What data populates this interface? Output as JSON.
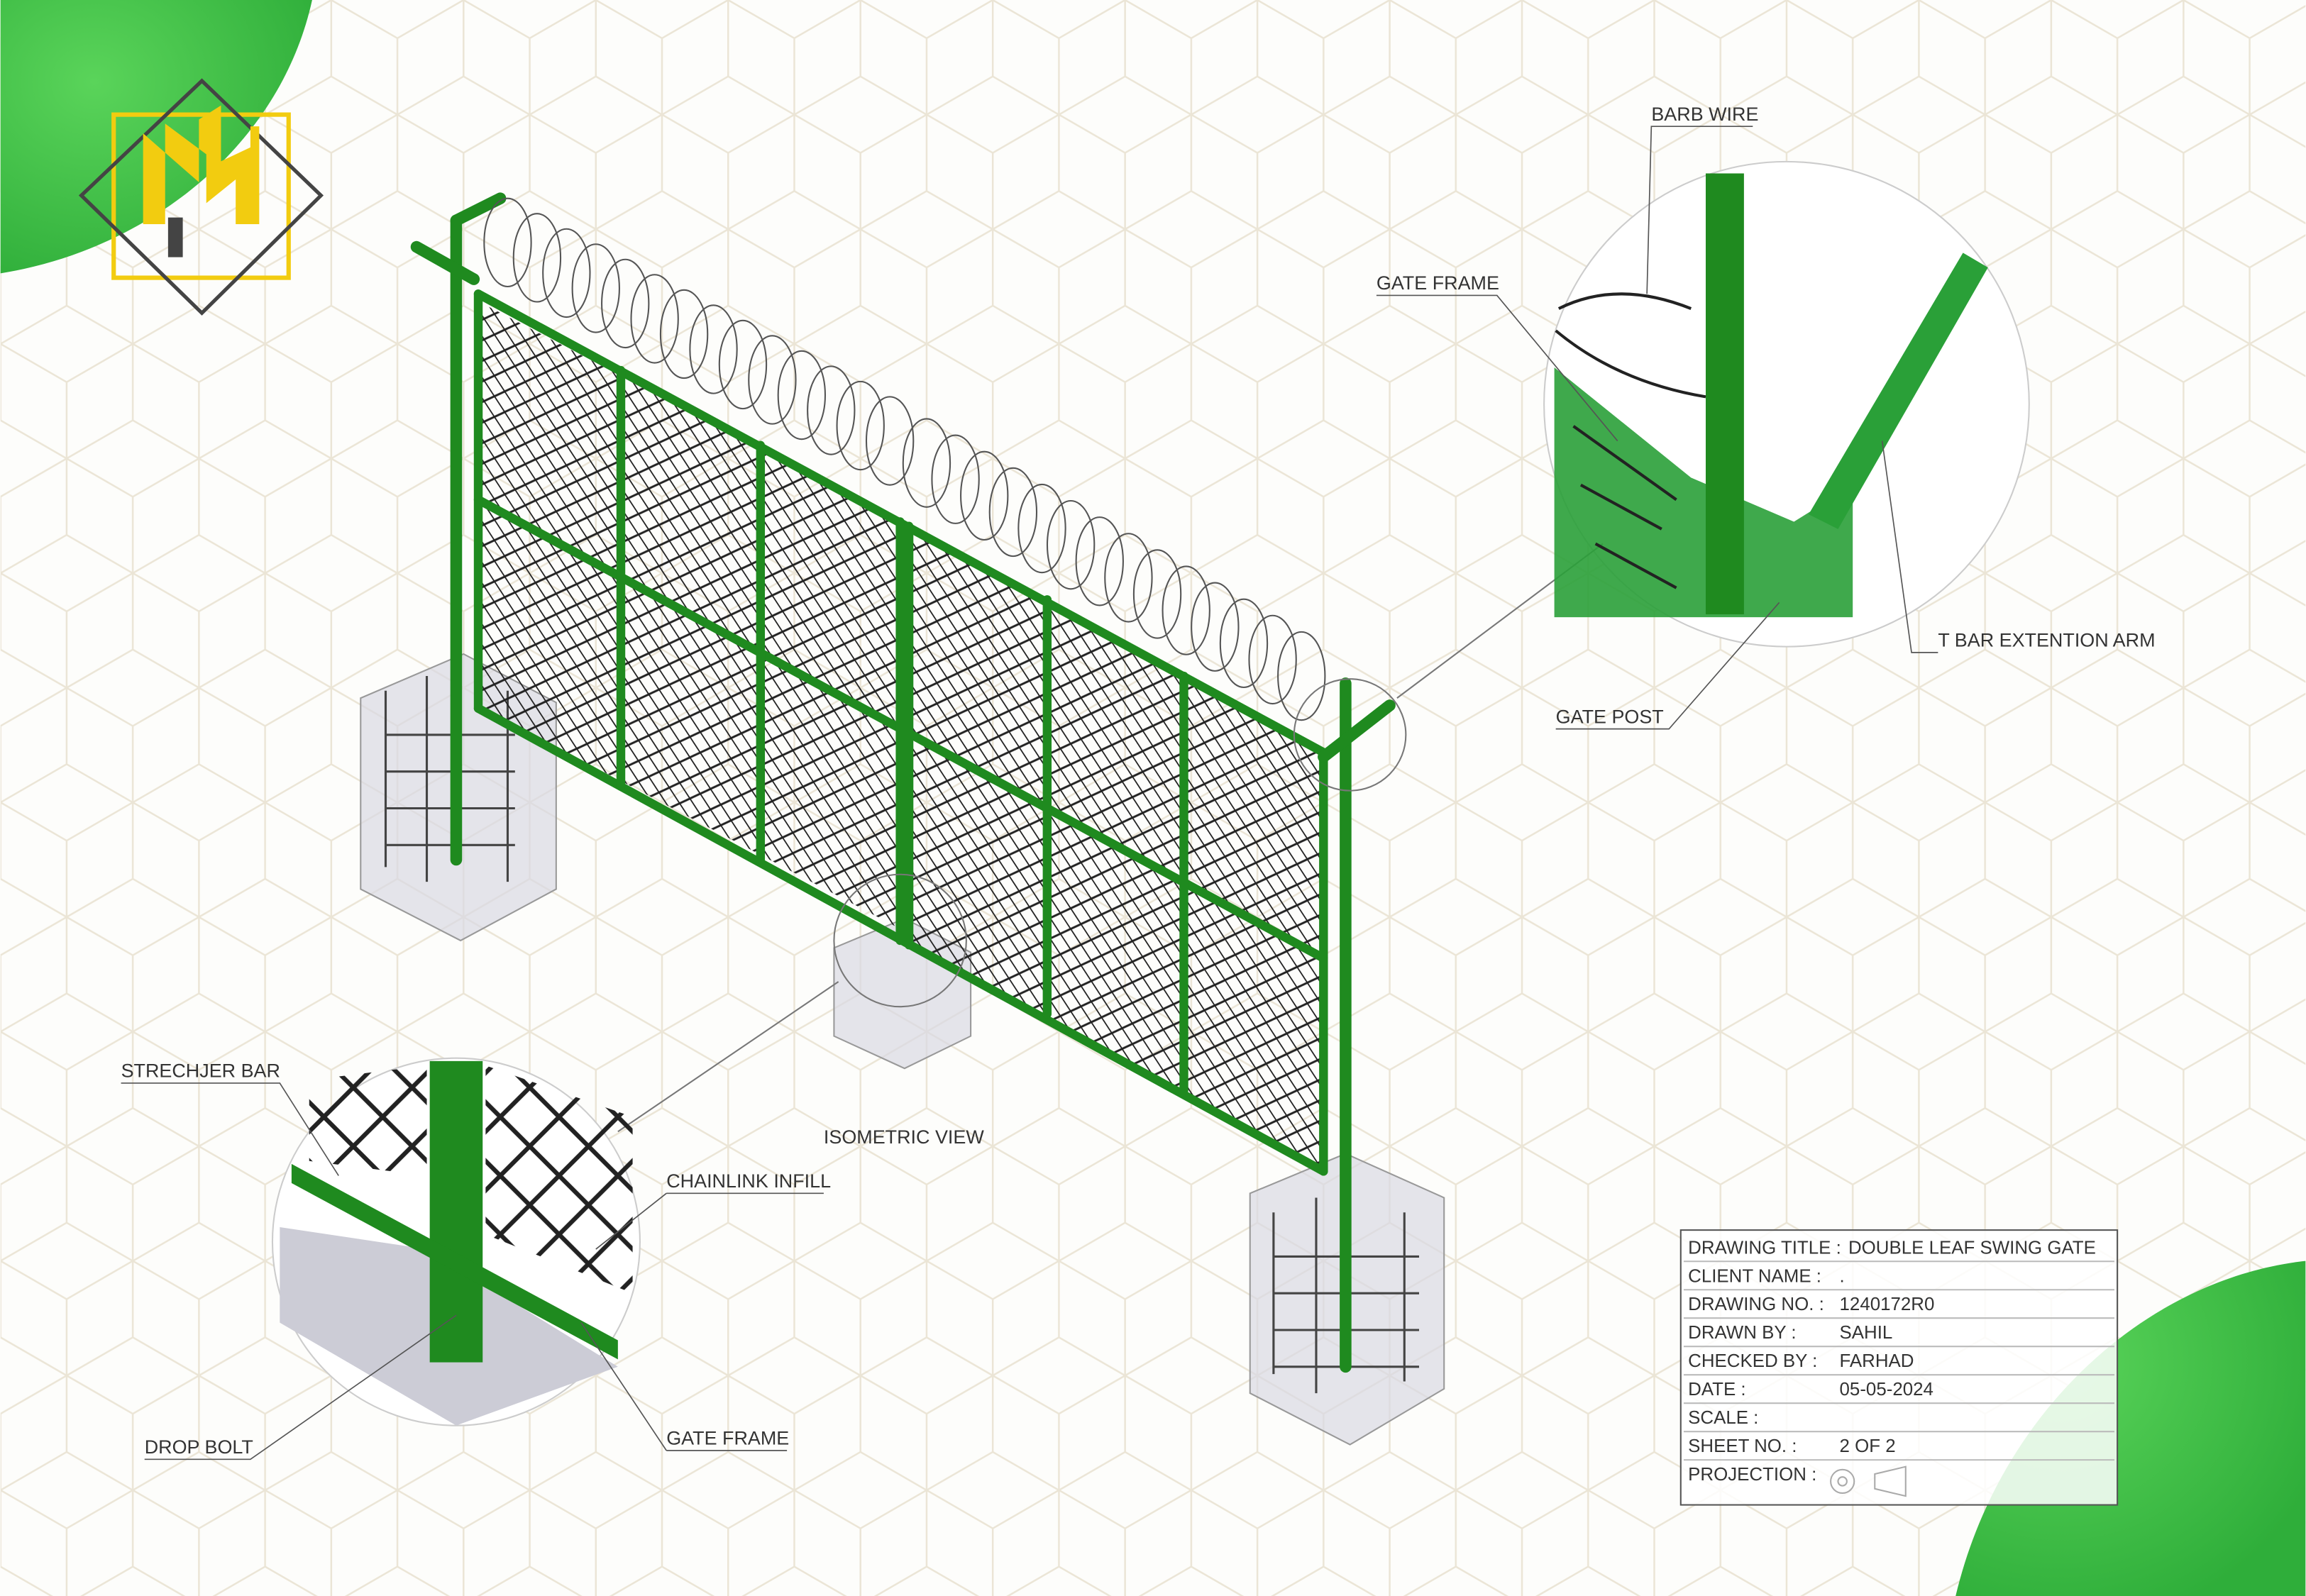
{
  "logo": {
    "text": "MN"
  },
  "view_title": "ISOMETRIC VIEW",
  "callouts": {
    "barb_wire": "BARB WIRE",
    "gate_frame_top": "GATE FRAME",
    "t_bar_arm": "T BAR EXTENTION ARM",
    "gate_post": "GATE POST",
    "stretcher_bar": "STRECHJER BAR",
    "chainlink_infill": "CHAINLINK INFILL",
    "drop_bolt": "DROP BOLT",
    "gate_frame_bottom": "GATE FRAME"
  },
  "title_block": {
    "rows": [
      {
        "label": "DRAWING TITLE :",
        "value": "DOUBLE LEAF SWING GATE"
      },
      {
        "label": "CLIENT NAME :",
        "value": "."
      },
      {
        "label": "DRAWING NO. :",
        "value": "1240172R0"
      },
      {
        "label": "DRAWN BY :",
        "value": "SAHIL"
      },
      {
        "label": "CHECKED BY :",
        "value": "FARHAD"
      },
      {
        "label": "DATE :",
        "value": "05-05-2024"
      },
      {
        "label": "SCALE :",
        "value": ""
      },
      {
        "label": "SHEET NO. :",
        "value": "2 OF  2"
      },
      {
        "label": "PROJECTION :",
        "value": ""
      }
    ]
  },
  "colors": {
    "green": "#1f8a1f",
    "accent": "#4cc44c",
    "logo_yellow": "#f2cc10"
  }
}
